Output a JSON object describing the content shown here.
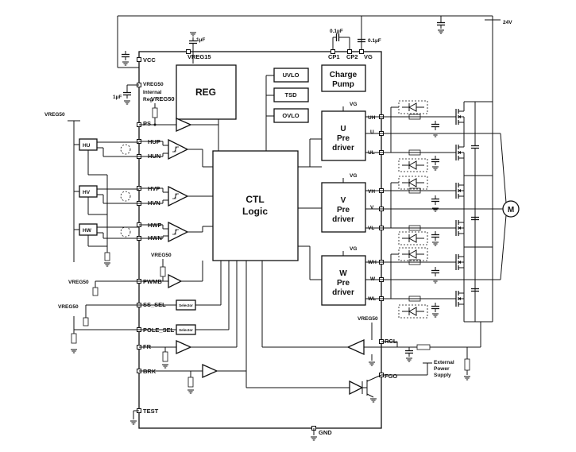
{
  "supply": {
    "v24": "24V",
    "cap_1uF": "1µF",
    "cap_01uF": "0.1µF",
    "gnd": "GND",
    "vreg50": "VREG50"
  },
  "blocks": {
    "reg": "REG",
    "uvlo": "UVLO",
    "tsd": "TSD",
    "ovlo": "OVLO",
    "charge_pump": [
      "Charge",
      "Pump"
    ],
    "ctl": [
      "CTL",
      "Logic"
    ],
    "u_pre": [
      "U",
      "Pre",
      "driver"
    ],
    "v_pre": [
      "V",
      "Pre",
      "driver"
    ],
    "w_pre": [
      "W",
      "Pre",
      "driver"
    ],
    "motor": "M",
    "selector": "Selector",
    "external": [
      "External",
      "Power",
      "Supply"
    ],
    "internal_reg": [
      "Internal",
      "Reg"
    ]
  },
  "pins": {
    "vcc": "VCC",
    "vreg15": "VREG15",
    "vreg50": "VREG50",
    "ps": "PS",
    "hup": "HUP",
    "hun": "HUN",
    "hvp": "HVP",
    "hvn": "HVN",
    "hwp": "HWP",
    "hwn": "HWN",
    "pwmb": "PWMB",
    "ss_sel": "SS_SEL",
    "pole_sel": "POLE_SEL",
    "fr": "FR",
    "brk": "BRK",
    "test": "TEST",
    "cp1": "CP1",
    "cp2": "CP2",
    "vg": "VG",
    "uh": "UH",
    "u": "U",
    "ul": "UL",
    "vh": "VH",
    "v": "V",
    "vl": "VL",
    "wh": "WH",
    "w": "W",
    "wl": "WL",
    "rcl": "RCL",
    "fgo": "FGO"
  },
  "hall": {
    "hu": "HU",
    "hv": "HV",
    "hw": "HW"
  }
}
